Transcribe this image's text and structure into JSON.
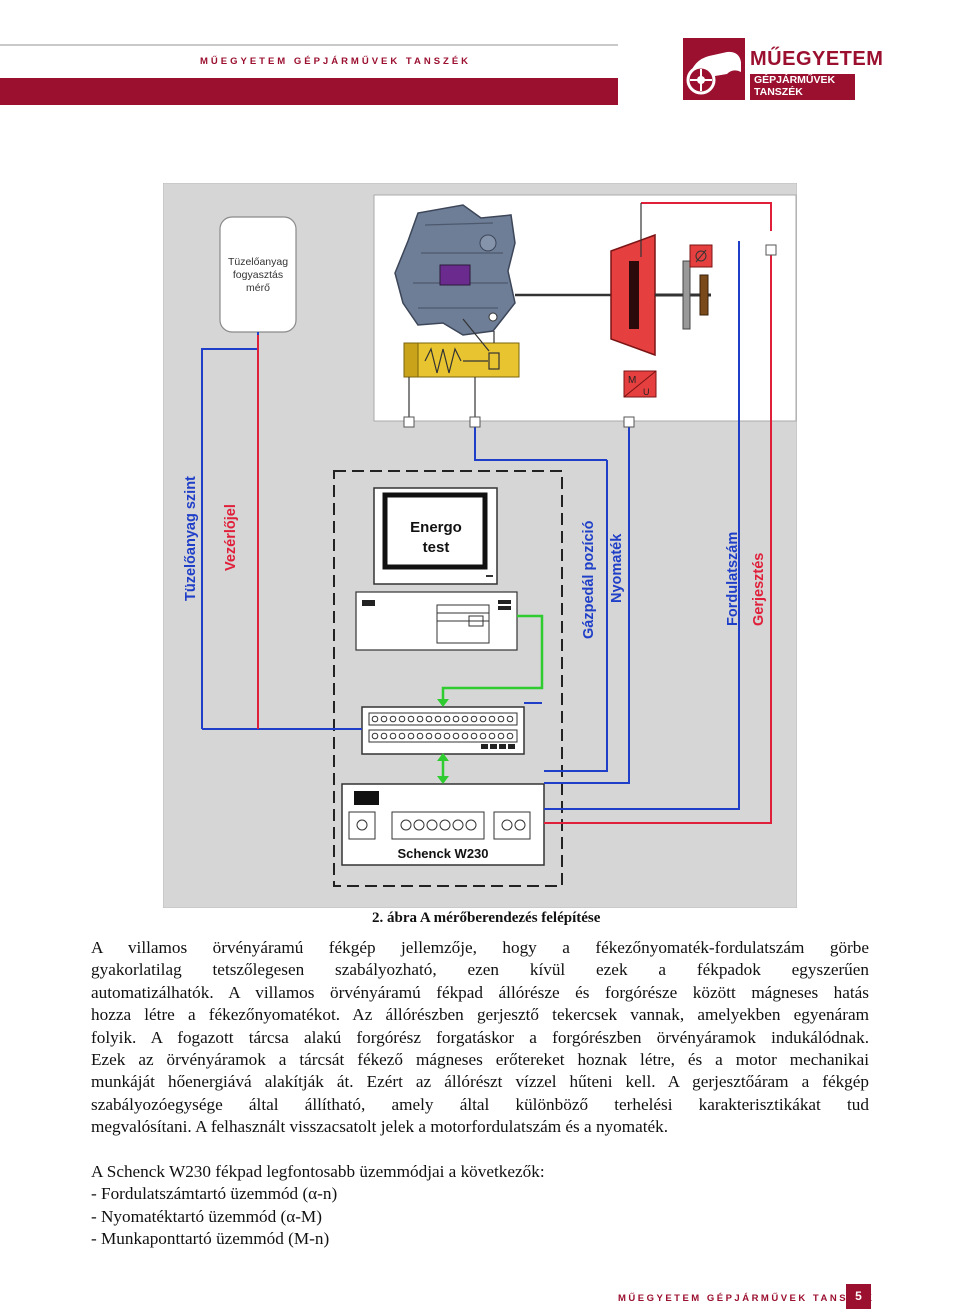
{
  "header": {
    "running_title": "MŰEGYETEM GÉPJÁRMŰVEK TANSZÉK",
    "logo_title": "MŰEGYETEM",
    "logo_sub1": "GÉPJÁRMŰVEK",
    "logo_sub2": "TANSZÉK"
  },
  "figure": {
    "fuel_meter": [
      "Tüzelőanyag",
      "fogyasztás",
      "mérő"
    ],
    "computer_label": [
      "Energo",
      "test"
    ],
    "controller_label": "Schenck W230",
    "signals": {
      "fuel_level": "Tüzelőanyag szint",
      "control_signal": "Vezérlőjel",
      "throttle_position": "Gázpedál pozíció",
      "torque": "Nyomaték",
      "speed": "Fordulatszám",
      "excitation": "Gerjesztés"
    },
    "motor_label": [
      "M",
      "U"
    ],
    "caption": "2. ábra A mérőberendezés felépítése",
    "colors": {
      "blue": "#1f3fc8",
      "red": "#e0203a",
      "green": "#2ecc2e",
      "brake": "#e5403f",
      "engine": "#6e7e97"
    }
  },
  "body": {
    "paragraph1": [
      "A villamos örvényáramú fékgép jellemzője, hogy a fékezőnyomaték-fordulatszám görbe",
      "gyakorlatilag tetszőlegesen szabályozható, ezen kívül ezek a fékpadok egyszerűen",
      "automatizálhatók. A villamos örvényáramú fékpad állórésze és forgórésze között mágneses hatás",
      "hozza létre a fékezőnyomatékot. Az állórészben gerjesztő tekercsek vannak, amelyekben egyenáram",
      "folyik. A fogazott tárcsa alakú forgórész forgatáskor a forgórészben örvényáramok indukálódnak.",
      "Ezek az örvényáramok a tárcsát fékező mágneses erőtereket hoznak létre, és a motor mechanikai",
      "munkáját hőenergiává alakítják át. Ezért az állórészt vízzel hűteni kell. A gerjesztőáram a fékgép",
      "szabályozóegysége által állítható, amely által különböző terhelési karakterisztikákat tud",
      "megvalósítani. A felhasznált visszacsatolt jelek a motorfordulatszám és a nyomaték."
    ],
    "modes_intro": "A Schenck W230 fékpad legfontosabb üzemmódjai a következők:",
    "modes": [
      "- Fordulatszámtartó üzemmód (α-n)",
      "- Nyomatéktartó üzemmód (α-M)",
      "- Munkaponttartó üzemmód (M-n)"
    ]
  },
  "footer": {
    "running_title": "MŰEGYETEM GÉPJÁRMŰVEK TANSZÉK",
    "page_number": "5"
  }
}
